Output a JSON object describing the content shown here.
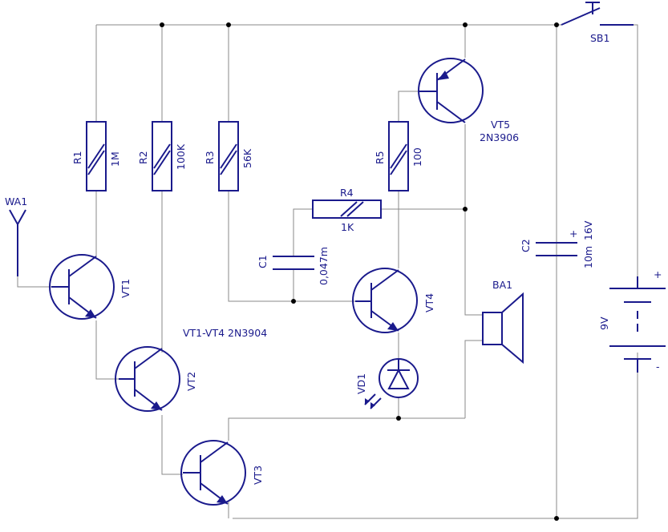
{
  "components": {
    "WA1": {
      "ref": "WA1"
    },
    "R1": {
      "ref": "R1",
      "value": "1M"
    },
    "R2": {
      "ref": "R2",
      "value": "100K"
    },
    "R3": {
      "ref": "R3",
      "value": "56K"
    },
    "R4": {
      "ref": "R4",
      "value": "1K"
    },
    "R5": {
      "ref": "R5",
      "value": "100"
    },
    "C1": {
      "ref": "C1",
      "value": "0,047m"
    },
    "C2": {
      "ref": "C2",
      "value": "10m",
      "voltage": "16V"
    },
    "VT1": {
      "ref": "VT1"
    },
    "VT2": {
      "ref": "VT2"
    },
    "VT3": {
      "ref": "VT3"
    },
    "VT4": {
      "ref": "VT4"
    },
    "VT5": {
      "ref": "VT5",
      "part": "2N3906"
    },
    "VD1": {
      "ref": "VD1"
    },
    "BA1": {
      "ref": "BA1"
    },
    "SB1": {
      "ref": "SB1"
    },
    "battery": {
      "voltage": "9V",
      "plus": "+",
      "minus": "-",
      "cap_plus": "+"
    }
  },
  "notes": {
    "transistor_note": "VT1-VT4  2N3904"
  },
  "colors": {
    "symbol": "#1a1a8c",
    "wire": "#8a8a8a",
    "junction": "#000000"
  }
}
